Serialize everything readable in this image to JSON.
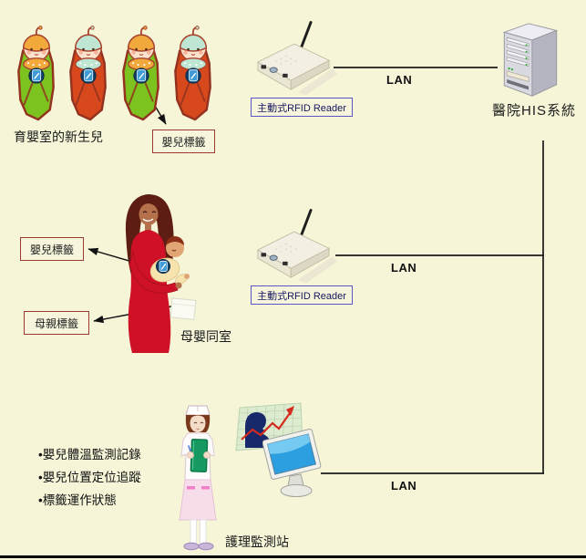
{
  "nursery": {
    "caption": "育嬰室的新生兒",
    "tag_callout": "嬰兒標籤",
    "baby_count": 4
  },
  "rooming": {
    "caption": "母嬰同室",
    "baby_tag_callout": "嬰兒標籤",
    "mother_tag_callout": "母親標籤"
  },
  "readers": [
    {
      "label": "主動式RFID Reader"
    },
    {
      "label": "主動式RFID Reader"
    }
  ],
  "server": {
    "caption": "醫院HIS系統"
  },
  "connections": {
    "lan1": "LAN",
    "lan2": "LAN",
    "lan3": "LAN"
  },
  "station": {
    "caption": "護理監測站",
    "bullets": [
      "•嬰兒體溫監測記錄",
      "•嬰兒位置定位追蹤",
      "•標籤運作狀態"
    ]
  },
  "palette": {
    "background": "#F6F5D8",
    "callout_border_red": "#9C3A32",
    "reader_label_border": "#5B55C5",
    "reader_label_text": "#16165E",
    "blanket_green": "#7CC31F",
    "blanket_red": "#D7481D",
    "hat_orange": "#F2A93B",
    "hat_mint": "#BFE6D2",
    "tag_dark_blue": "#123F66",
    "tag_light_blue": "#3E9BD6",
    "mother_dress_red": "#CE1126",
    "nurse_skirt_pink": "#F7DDE9",
    "clipboard_green": "#179A62",
    "line_black": "#1A1A1A"
  }
}
